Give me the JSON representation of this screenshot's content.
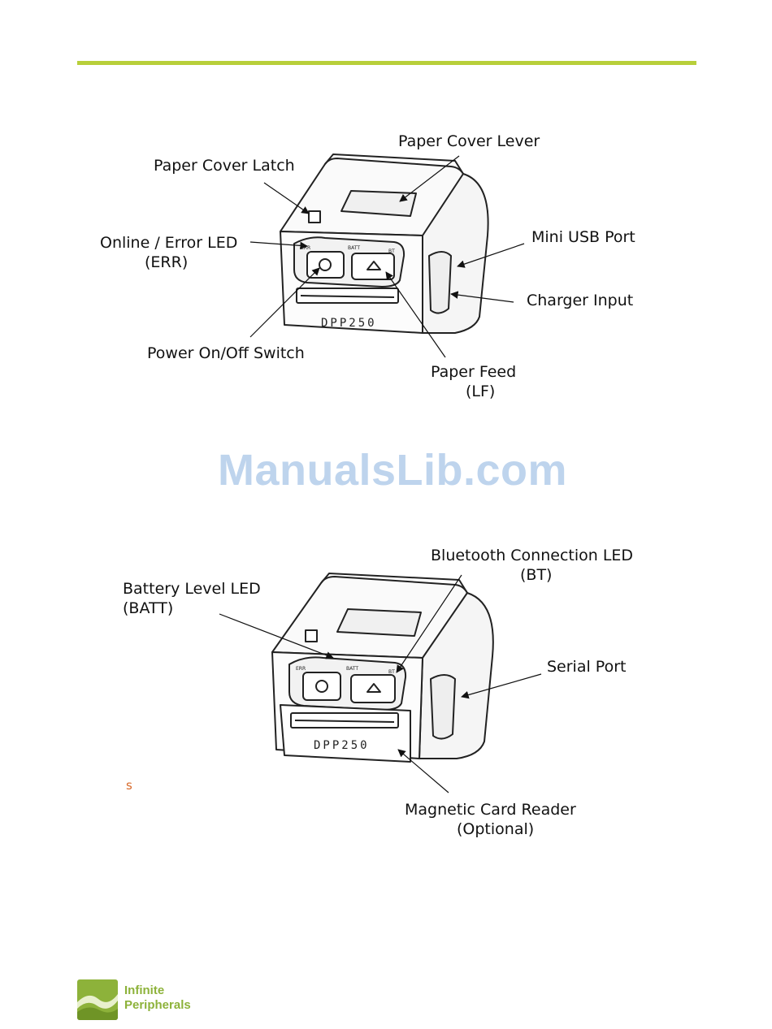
{
  "watermark": "ManualsLib.com",
  "stray_mark": "s",
  "figure1": {
    "model_label": "DPP250",
    "button_labels": {
      "left": "ERR",
      "middle": "BATT",
      "right": "BT"
    },
    "callouts": {
      "paper_cover_lever": "Paper Cover Lever",
      "paper_cover_latch": "Paper Cover Latch",
      "online_error_led": "Online / Error LED",
      "online_error_led_abbr": "(ERR)",
      "mini_usb_port": "Mini USB Port",
      "charger_input": "Charger Input",
      "power_switch": "Power On/Off Switch",
      "paper_feed": "Paper Feed",
      "paper_feed_abbr": "(LF)"
    }
  },
  "figure2": {
    "model_label": "DPP250",
    "button_labels": {
      "left": "ERR",
      "middle": "BATT",
      "right": "BT"
    },
    "callouts": {
      "bluetooth_led": "Bluetooth Connection LED",
      "bluetooth_led_abbr": "(BT)",
      "battery_led": "Battery Level LED",
      "battery_led_abbr": "(BATT)",
      "serial_port": "Serial Port",
      "magnetic_card_reader": "Magnetic Card Reader",
      "magnetic_card_reader_note": "(Optional)"
    }
  },
  "logo": {
    "line1": "Infinite",
    "line2": "Peripherals"
  },
  "colors": {
    "accent_rule": "#b8cf3a",
    "logo_green": "#8db23a",
    "watermark": "#a9c6e8"
  }
}
